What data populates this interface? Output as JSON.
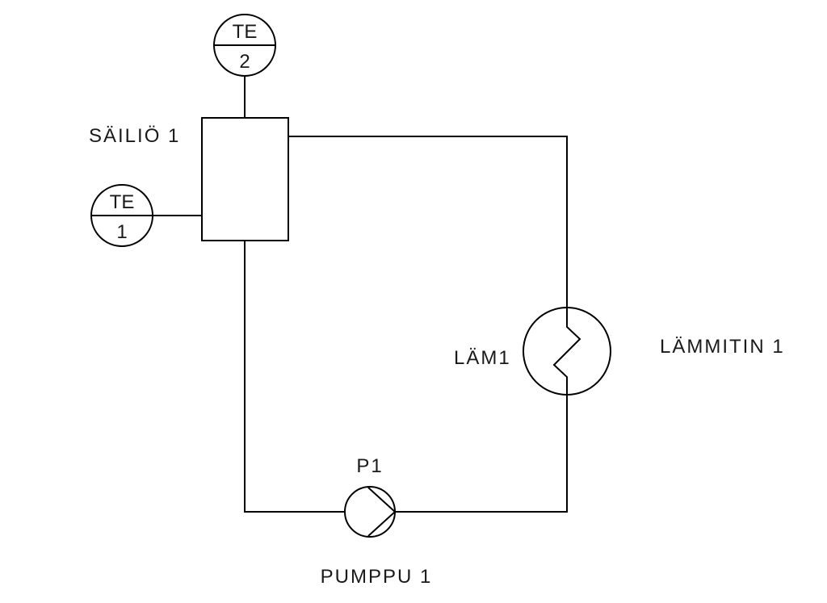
{
  "diagram": {
    "type": "process-flow-diagram",
    "components": {
      "tank": {
        "name": "SÄILIÖ 1",
        "symbol": "tank-icon"
      },
      "sensor_te2": {
        "code": "TE",
        "number": "2",
        "symbol": "temperature-sensor-icon"
      },
      "sensor_te1": {
        "code": "TE",
        "number": "1",
        "symbol": "temperature-sensor-icon"
      },
      "heater": {
        "tag": "LÄM1",
        "name": "LÄMMITIN 1",
        "symbol": "heat-exchanger-icon"
      },
      "pump": {
        "tag": "P1",
        "name": "PUMPPU 1",
        "symbol": "pump-icon"
      }
    },
    "connections": [
      {
        "from": "sensor_te2",
        "to": "tank"
      },
      {
        "from": "sensor_te1",
        "to": "tank"
      },
      {
        "from": "tank",
        "to": "heater"
      },
      {
        "from": "heater",
        "to": "pump"
      },
      {
        "from": "pump",
        "to": "tank"
      }
    ]
  }
}
